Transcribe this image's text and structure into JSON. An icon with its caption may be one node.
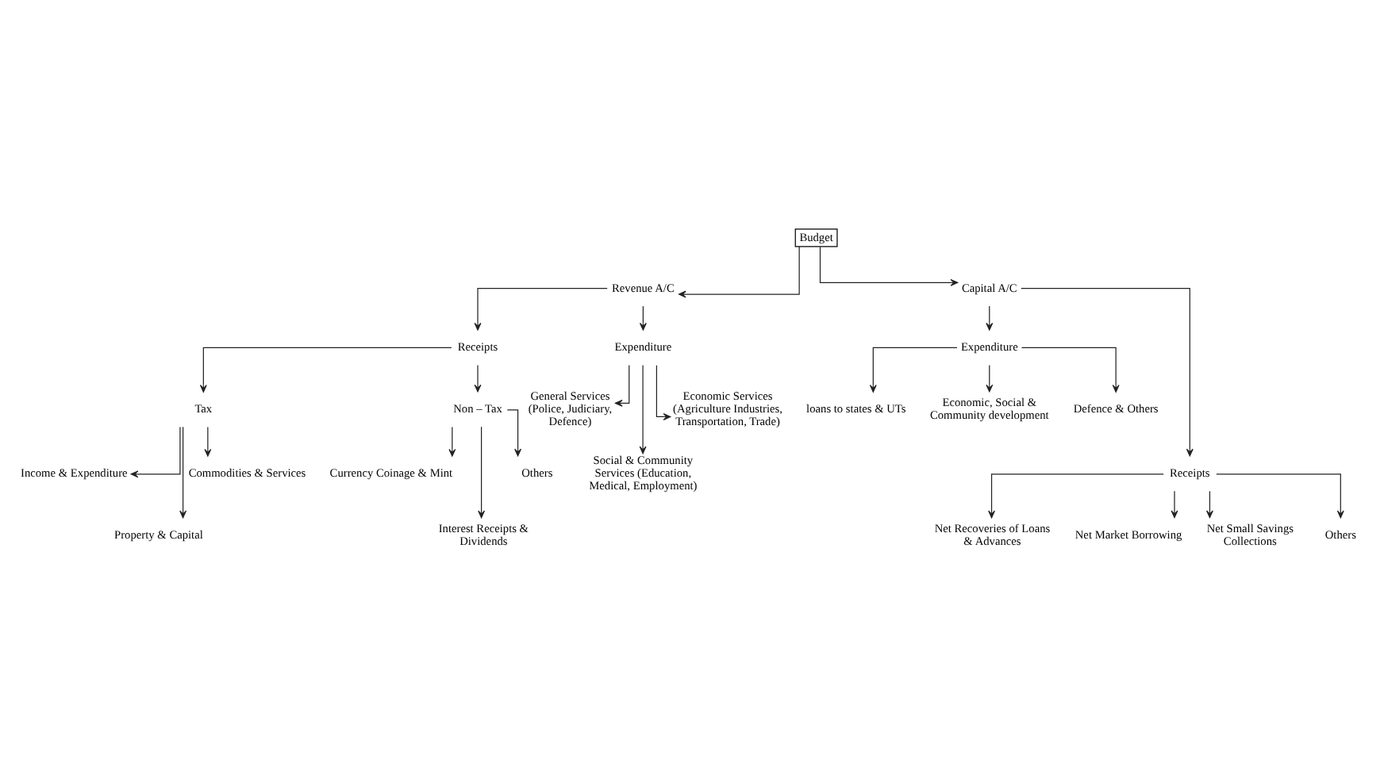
{
  "diagram": {
    "nodes": [
      {
        "text": [
          "Budget"
        ]
      },
      {
        "text": [
          "Revenue A/C"
        ]
      },
      {
        "text": [
          "Capital A/C"
        ]
      },
      {
        "text": [
          "Receipts"
        ]
      },
      {
        "text": [
          "Expenditure"
        ]
      },
      {
        "text": [
          "Tax"
        ]
      },
      {
        "text": [
          "Non – Tax"
        ]
      },
      {
        "text": [
          "Income & Expenditure"
        ]
      },
      {
        "text": [
          "Property & Capital"
        ]
      },
      {
        "text": [
          "Commodities & Services"
        ]
      },
      {
        "text": [
          "Currency Coinage & Mint"
        ]
      },
      {
        "text": [
          "Interest Receipts & Dividends"
        ]
      },
      {
        "text": [
          "Others"
        ]
      },
      {
        "text": [
          "General Services (Police, Judiciary, Defence)"
        ]
      },
      {
        "text": [
          "Social & Community Services (Education, Medical, Employment)"
        ]
      },
      {
        "text": [
          "Economic Services (Agriculture Industries, Transportation, Trade)"
        ]
      },
      {
        "text": [
          "Expenditure"
        ]
      },
      {
        "text": [
          "Receipts"
        ]
      },
      {
        "text": [
          "loans to states & UTs"
        ]
      },
      {
        "text": [
          "Economic, Social & Community development"
        ]
      },
      {
        "text": [
          "Defence & Others"
        ]
      },
      {
        "text": [
          "Net Recoveries of Loans & Advances"
        ]
      },
      {
        "text": [
          "Net Market Borrowing"
        ]
      },
      {
        "text": [
          "Net Small Savings Collections"
        ]
      },
      {
        "text": [
          "Others"
        ]
      }
    ],
    "edges": [
      {
        "from": 0,
        "to": 1,
        "arrow": "to"
      },
      {
        "from": 0,
        "to": 2,
        "arrow": "to"
      },
      {
        "from": 1,
        "to": 3,
        "arrow": "to"
      },
      {
        "from": 1,
        "to": 4,
        "arrow": "to"
      },
      {
        "from": 3,
        "to": 5,
        "arrow": "to"
      },
      {
        "from": 3,
        "to": 6,
        "arrow": "to"
      },
      {
        "from": 5,
        "to": 7,
        "arrow": "to"
      },
      {
        "from": 5,
        "to": 8,
        "arrow": "to"
      },
      {
        "from": 5,
        "to": 9,
        "arrow": "to"
      },
      {
        "from": 6,
        "to": 10,
        "arrow": "to"
      },
      {
        "from": 6,
        "to": 11,
        "arrow": "to"
      },
      {
        "from": 6,
        "to": 12,
        "arrow": "to"
      },
      {
        "from": 4,
        "to": 13,
        "arrow": "to"
      },
      {
        "from": 4,
        "to": 14,
        "arrow": "to"
      },
      {
        "from": 4,
        "to": 15,
        "arrow": "to"
      },
      {
        "from": 2,
        "to": 17,
        "arrow": "to"
      },
      {
        "from": 2,
        "to": 16,
        "arrow": "to"
      },
      {
        "from": 16,
        "to": 18,
        "arrow": "to"
      },
      {
        "from": 16,
        "to": 19,
        "arrow": "to"
      },
      {
        "from": 16,
        "to": 20,
        "arrow": "to"
      },
      {
        "from": 17,
        "to": 21,
        "arrow": "to"
      },
      {
        "from": 17,
        "to": 22,
        "arrow": "to"
      },
      {
        "from": 17,
        "to": 23,
        "arrow": "to"
      },
      {
        "from": 17,
        "to": 24,
        "arrow": "to"
      }
    ]
  }
}
